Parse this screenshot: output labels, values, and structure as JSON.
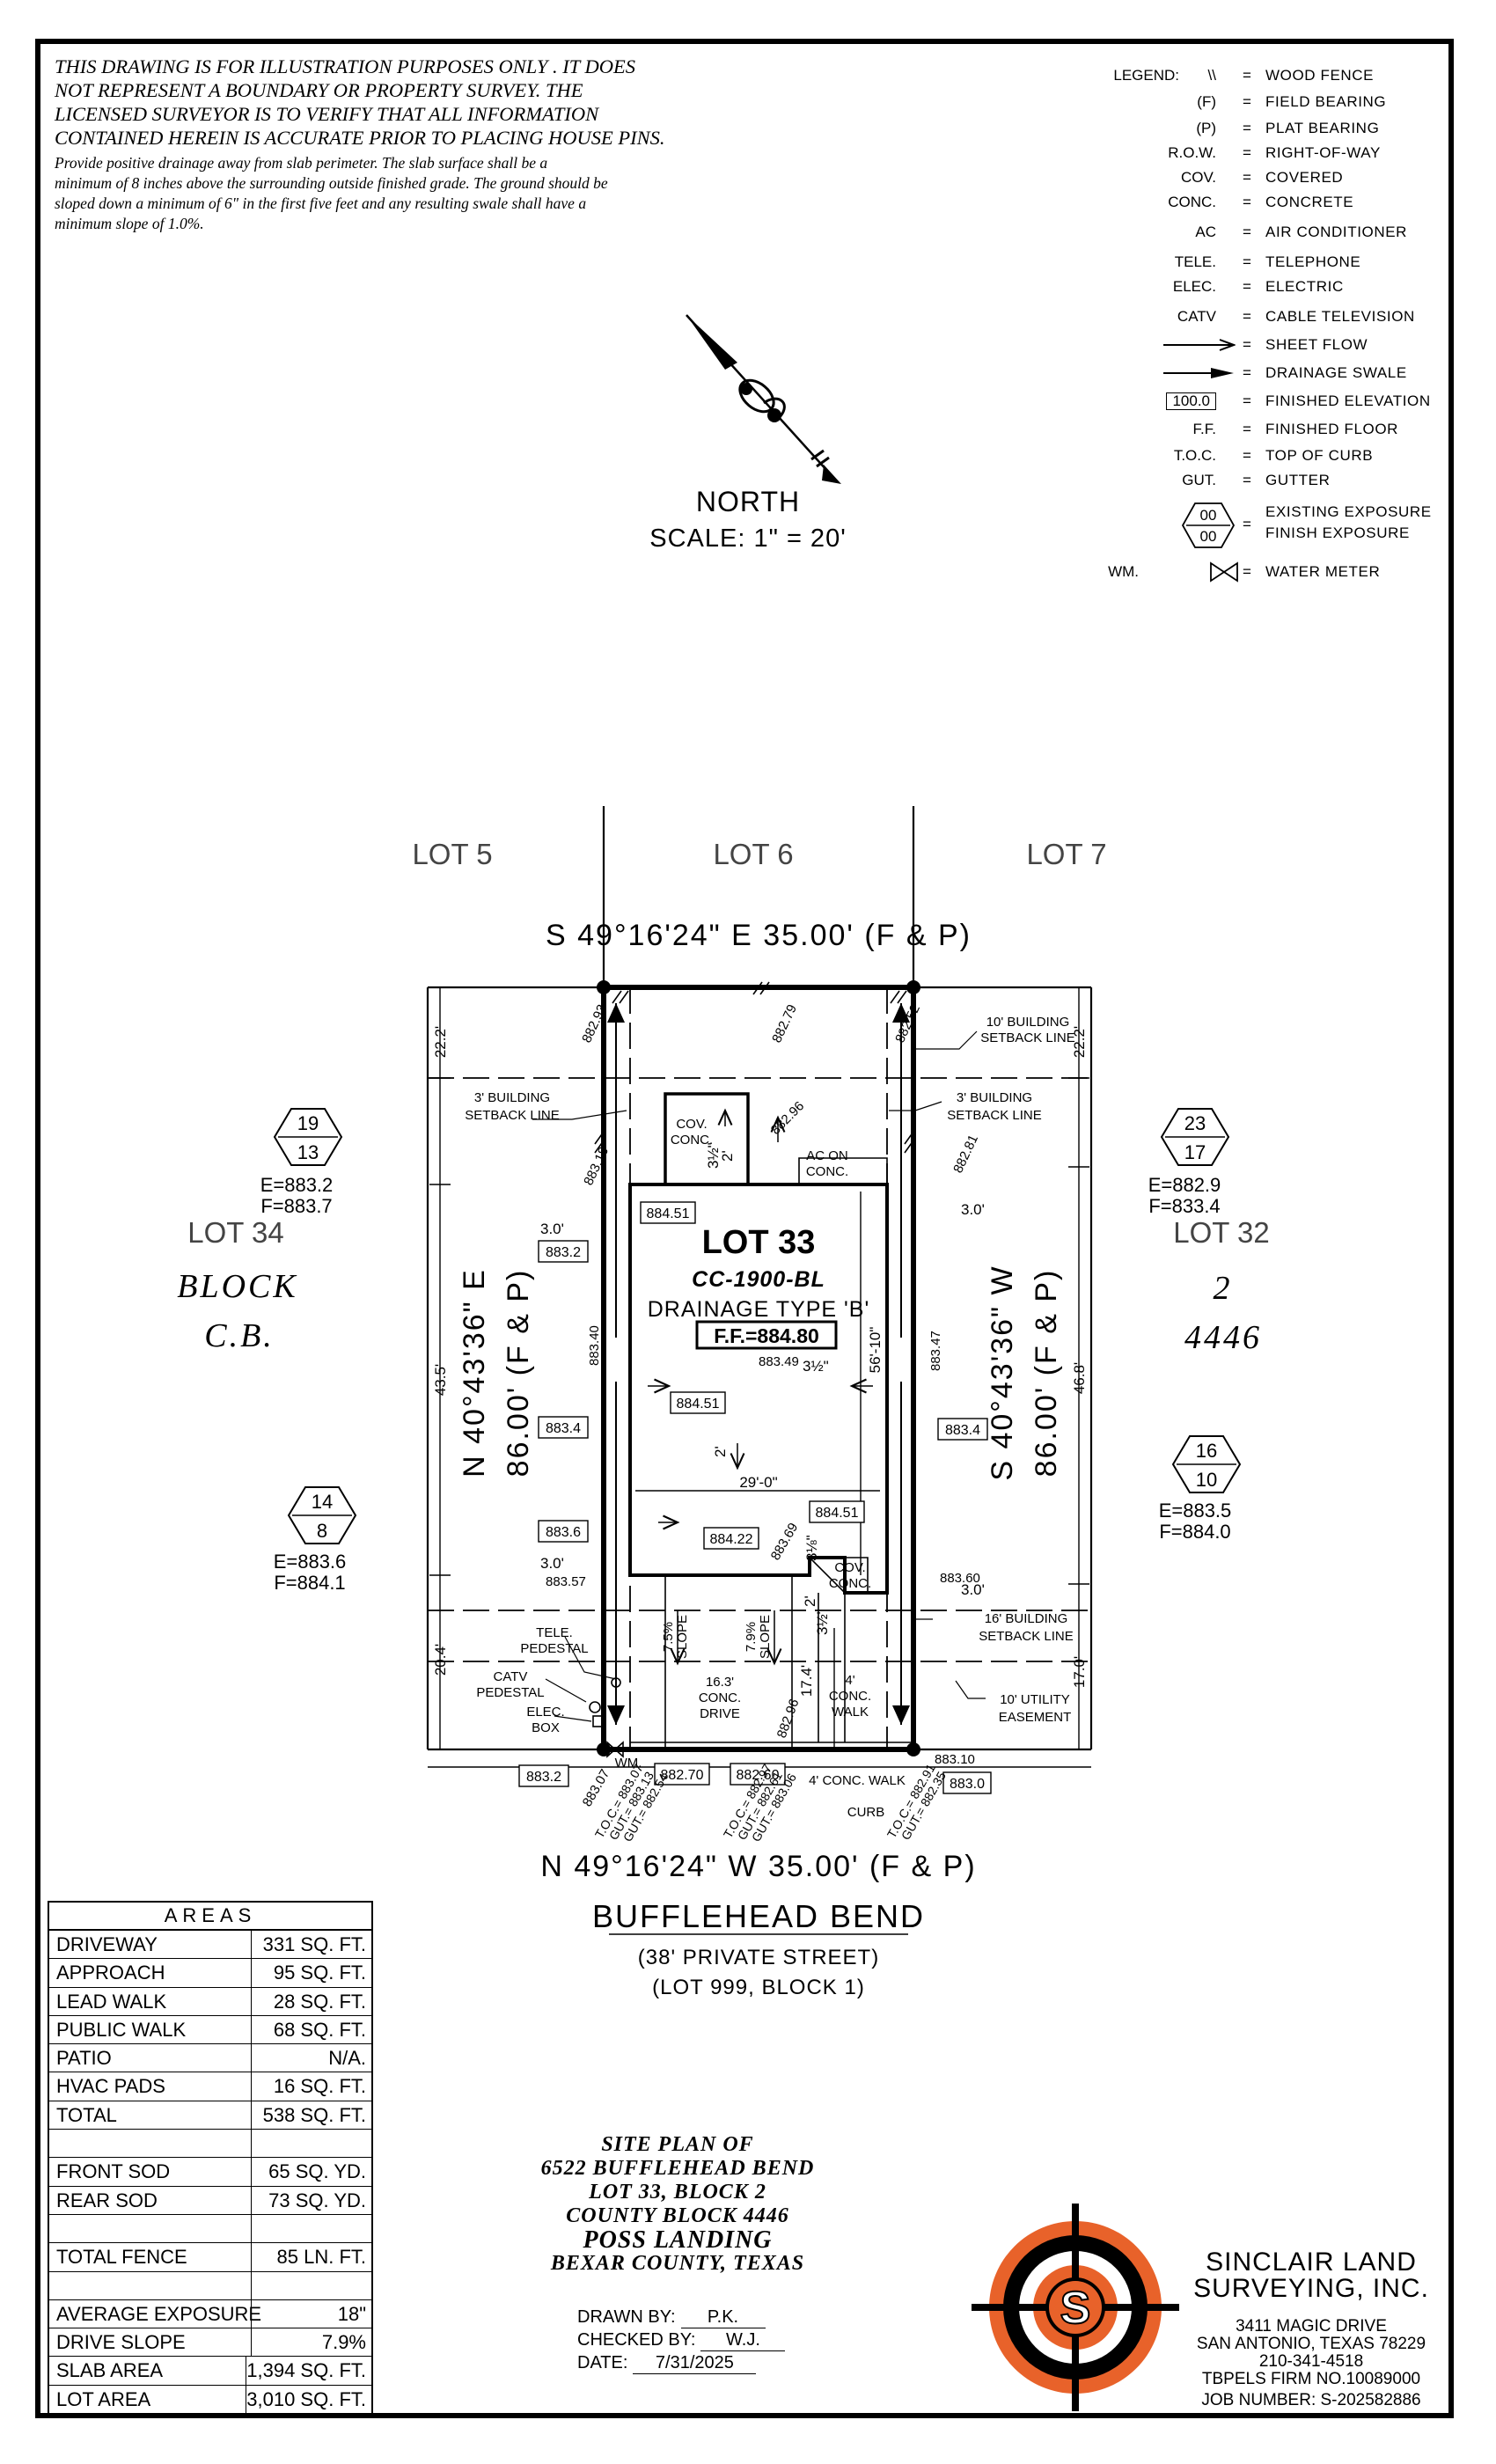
{
  "notes": {
    "disclaimer_lines": [
      "THIS DRAWING IS FOR ILLUSTRATION PURPOSES ONLY . IT DOES",
      "NOT REPRESENT A BOUNDARY OR PROPERTY SURVEY. THE",
      "LICENSED SURVEYOR IS TO VERIFY THAT ALL INFORMATION",
      "CONTAINED HEREIN IS ACCURATE PRIOR TO PLACING HOUSE PINS."
    ],
    "drainage_lines": [
      "Provide positive drainage away from slab perimeter. The slab surface shall be a",
      "minimum of 8 inches above the surrounding outside finished grade. The ground should be",
      "sloped down a minimum of 6\" in the first five feet and any resulting swale shall have a",
      "minimum slope of 1.0%."
    ]
  },
  "legend": {
    "title": "LEGEND:",
    "items": [
      {
        "symbol": "\\\\",
        "desc": "WOOD FENCE",
        "icon": "wood-fence-icon"
      },
      {
        "symbol": "(F)",
        "desc": "FIELD BEARING"
      },
      {
        "symbol": "(P)",
        "desc": "PLAT BEARING"
      },
      {
        "symbol": "R.O.W.",
        "desc": "RIGHT-OF-WAY"
      },
      {
        "symbol": "COV.",
        "desc": "COVERED"
      },
      {
        "symbol": "CONC.",
        "desc": "CONCRETE"
      },
      {
        "symbol": "AC",
        "desc": "AIR CONDITIONER"
      },
      {
        "symbol": "TELE.",
        "desc": "TELEPHONE"
      },
      {
        "symbol": "ELEC.",
        "desc": "ELECTRIC"
      },
      {
        "symbol": "CATV",
        "desc": "CABLE TELEVISION"
      },
      {
        "symbol": "",
        "desc": "SHEET FLOW",
        "icon": "sheet-flow-arrow-icon"
      },
      {
        "symbol": "",
        "desc": "DRAINAGE SWALE",
        "icon": "drainage-swale-arrow-icon"
      },
      {
        "symbol": "100.0",
        "desc": "FINISHED ELEVATION",
        "icon": "finished-elevation-box-icon"
      },
      {
        "symbol": "F.F.",
        "desc": "FINISHED FLOOR"
      },
      {
        "symbol": "T.O.C.",
        "desc": "TOP OF CURB"
      },
      {
        "symbol": "GUT.",
        "desc": "GUTTER"
      }
    ],
    "exposure": {
      "top": "00",
      "bottom": "00",
      "desc1": "EXISTING EXPOSURE",
      "desc2": "FINISH EXPOSURE"
    },
    "water_meter": {
      "symbol": "WM.",
      "desc": "WATER METER"
    },
    "equals": "="
  },
  "north": {
    "label": "NORTH",
    "scale": "SCALE:  1\"  =  20'"
  },
  "plan": {
    "lots_top": [
      "LOT 5",
      "LOT 6",
      "LOT 7"
    ],
    "bearing_top": "S 49°16'24\" E 35.00' (F & P)",
    "bearing_bottom": "N 49°16'24\" W 35.00' (F & P)",
    "bearing_left": "N 40°43'36\" E",
    "dist_left": "86.00' (F & P)",
    "bearing_right": "S 40°43'36\" W",
    "dist_right": "86.00' (F & P)",
    "lot_left": {
      "lot": "LOT 34",
      "block_label": "BLOCK",
      "block": "C.B."
    },
    "lot_right": {
      "lot": "LOT 32",
      "block_label": "2",
      "block": "4446"
    },
    "lot_title": "LOT 33",
    "plan_code": "CC-1900-BL",
    "drainage_type": "DRAINAGE TYPE 'B'",
    "ff": "F.F.=884.80",
    "exposures": [
      {
        "top": "19",
        "bottom": "13",
        "e": "E=883.2",
        "f": "F=883.7"
      },
      {
        "top": "23",
        "bottom": "17",
        "e": "E=882.9",
        "f": "F=833.4"
      },
      {
        "top": "14",
        "bottom": "8",
        "e": "E=883.6",
        "f": "F=884.1"
      },
      {
        "top": "16",
        "bottom": "10",
        "e": "E=883.5",
        "f": "F=884.0"
      }
    ],
    "boxed_elev": [
      "884.51",
      "883.2",
      "884.51",
      "883.4",
      "883.4",
      "883.6",
      "884.22",
      "884.51",
      "883.2",
      "882.70",
      "882.60",
      "883.0"
    ],
    "spot_elev": [
      "882.93",
      "882.79",
      "882.52",
      "882.96",
      "883.18",
      "882.81",
      "883.40",
      "883.47",
      "883.49",
      "883.69",
      "883.57",
      "883.60",
      "882.96",
      "883.10",
      "883.07"
    ],
    "setback_labels": [
      "10' BUILDING",
      "SETBACK LINE",
      "3' BUILDING",
      "SETBACK LINE",
      "3' BUILDING",
      "SETBACK LINE",
      "16' BUILDING",
      "SETBACK LINE",
      "10' UTILITY",
      "EASEMENT"
    ],
    "dims": [
      "22.2'",
      "22.2'",
      "43.5'",
      "46.8'",
      "20.4'",
      "17.0'",
      "17.4'",
      "3.0'",
      "3.0'",
      "3.0'",
      "3.0'",
      "56'-10\"",
      "29'-0\"",
      "3½\"",
      "3½\"",
      "3⅛\"",
      "3½\"",
      "2'",
      "2'",
      "2'"
    ],
    "labels": [
      "COV.",
      "CONC.",
      "AC ON",
      "CONC.",
      "COV.",
      "CONC.",
      "TELE.",
      "PEDESTAL",
      "CATV",
      "PEDESTAL",
      "ELEC.",
      "BOX",
      "16.3'",
      "CONC.",
      "DRIVE",
      "4'",
      "CONC.",
      "WALK",
      "4' CONC. WALK",
      "CURB",
      "7.5%",
      "SLOPE",
      "7.9%",
      "SLOPE",
      "WM."
    ],
    "curb_elev": [
      "T.O.C.= 883.07",
      "GUT.= 883.13",
      "GUT.= 882.54",
      "T.O.C.= 882.97",
      "GUT.= 882.61",
      "GUT.= 883.06",
      "T.O.C.= 882.91",
      "GUT.= 882.35"
    ],
    "street": {
      "name": "BUFFLEHEAD BEND",
      "type": "(38' PRIVATE STREET)",
      "lot": "(LOT 999, BLOCK 1)"
    }
  },
  "areas": {
    "title": "AREAS",
    "rows": [
      {
        "label": "DRIVEWAY",
        "value": "331 SQ. FT."
      },
      {
        "label": "APPROACH",
        "value": "95 SQ. FT."
      },
      {
        "label": "LEAD WALK",
        "value": "28 SQ. FT."
      },
      {
        "label": "PUBLIC WALK",
        "value": "68 SQ. FT."
      },
      {
        "label": "PATIO",
        "value": "N/A."
      },
      {
        "label": "HVAC PADS",
        "value": "16 SQ. FT."
      },
      {
        "label": "TOTAL",
        "value": "538 SQ. FT."
      },
      {
        "label": "",
        "value": ""
      },
      {
        "label": "FRONT SOD",
        "value": "65 SQ. YD."
      },
      {
        "label": "REAR SOD",
        "value": "73 SQ. YD."
      },
      {
        "label": "",
        "value": ""
      },
      {
        "label": "TOTAL FENCE",
        "value": "85 LN. FT."
      },
      {
        "label": "",
        "value": ""
      },
      {
        "label": "AVERAGE EXPOSURE",
        "value": "18\""
      },
      {
        "label": "DRIVE SLOPE",
        "value": "7.9%"
      },
      {
        "label": "SLAB AREA",
        "value": "1,394 SQ. FT."
      },
      {
        "label": "LOT AREA",
        "value": "3,010 SQ. FT."
      }
    ]
  },
  "title_block": {
    "lines": [
      "SITE PLAN OF",
      "6522 BUFFLEHEAD BEND",
      "LOT 33, BLOCK 2",
      "COUNTY BLOCK 4446",
      "POSS LANDING",
      "BEXAR COUNTY, TEXAS"
    ]
  },
  "drawn": {
    "drawn_by_label": "DRAWN BY:",
    "drawn_by": "P.K.",
    "checked_by_label": "CHECKED BY:",
    "checked_by": "W.J.",
    "date_label": "DATE:",
    "date": "7/31/2025"
  },
  "company": {
    "logo_letter": "S",
    "name1": "SINCLAIR LAND",
    "name2": "SURVEYING, INC.",
    "address": "3411 MAGIC DRIVE",
    "city": "SAN ANTONIO, TEXAS 78229",
    "phone": "210-341-4518",
    "firm": "TBPELS FIRM NO.10089000",
    "job": "JOB NUMBER:   S-202582886"
  },
  "colors": {
    "logo_orange": "#e8622a",
    "ink": "#000000"
  }
}
